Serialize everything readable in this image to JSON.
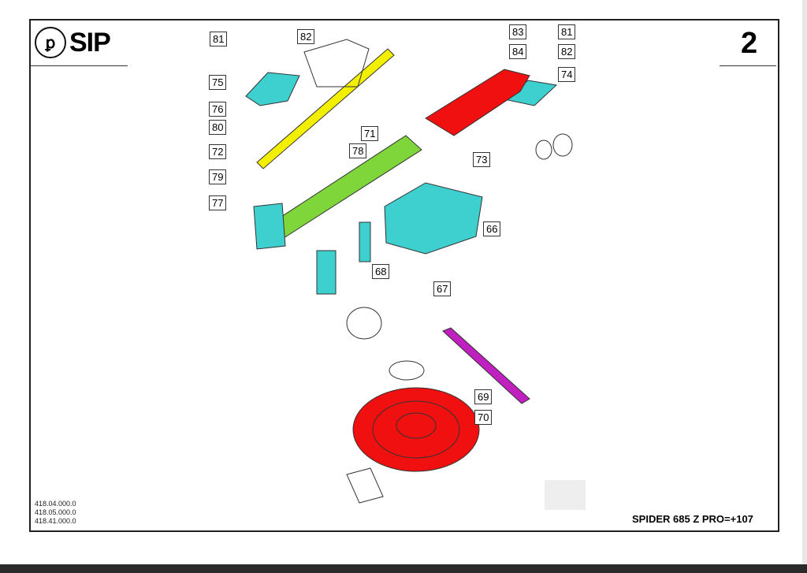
{
  "header": {
    "brand": "SIP",
    "page_number": "2"
  },
  "callouts": [
    "81",
    "82",
    "75",
    "76",
    "80",
    "72",
    "79",
    "77",
    "78",
    "71",
    "83",
    "84",
    "81",
    "82",
    "74",
    "73",
    "66",
    "68",
    "67",
    "69",
    "70"
  ],
  "footer": {
    "codes": [
      "418.04.000.0",
      "418.05.000.0",
      "418.41.000.0"
    ],
    "model": "SPIDER 685 Z PRO=+107"
  },
  "colors": {
    "yellow": "#f2f000",
    "green": "#7ed63a",
    "cyan": "#3ecfcf",
    "red": "#f01010",
    "magenta": "#c020c0"
  }
}
